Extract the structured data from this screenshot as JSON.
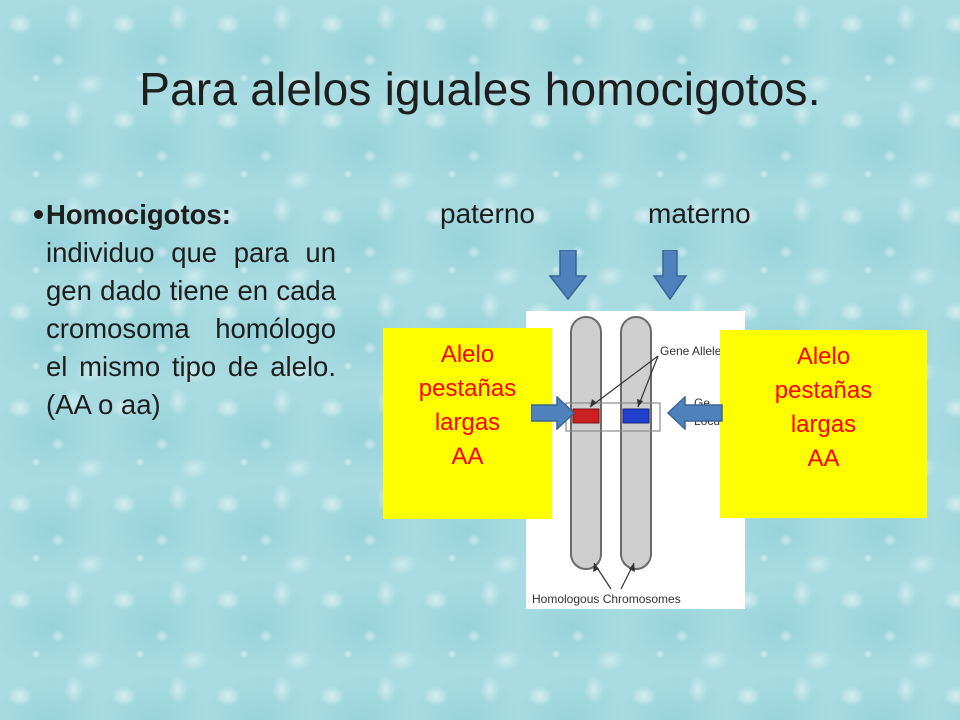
{
  "slide": {
    "title": "Para alelos iguales homocigotos.",
    "bullet": {
      "term": "Homocigotos:",
      "text": " individuo que para un gen dado tiene en cada cromosoma homólogo el mismo tipo de alelo. (AA o aa)"
    },
    "labels": {
      "paterno": "paterno",
      "materno": "materno"
    },
    "boxes": [
      {
        "line1": "Alelo",
        "line2": "pestañas",
        "line3": "largas",
        "line4": "AA"
      },
      {
        "line1": "Alelo",
        "line2": "pestañas",
        "line3": "largas",
        "line4": "AA"
      }
    ],
    "diagram": {
      "gene_alleles_label": "Gene Alleles",
      "locus_label_a": "Ge",
      "locus_label_b": "Locus",
      "chromosomes_label": "Homologous Chromosomes"
    }
  },
  "colors": {
    "background": "#a9dce2",
    "box_fill": "#ffff00",
    "box_text": "#ff0000",
    "arrow": "#4f81bd",
    "allele_paternal": "#cc1f1f",
    "allele_maternal": "#1f3fcc"
  },
  "icons": [
    "arrow-down-icon",
    "arrow-right-icon",
    "arrow-left-icon"
  ]
}
